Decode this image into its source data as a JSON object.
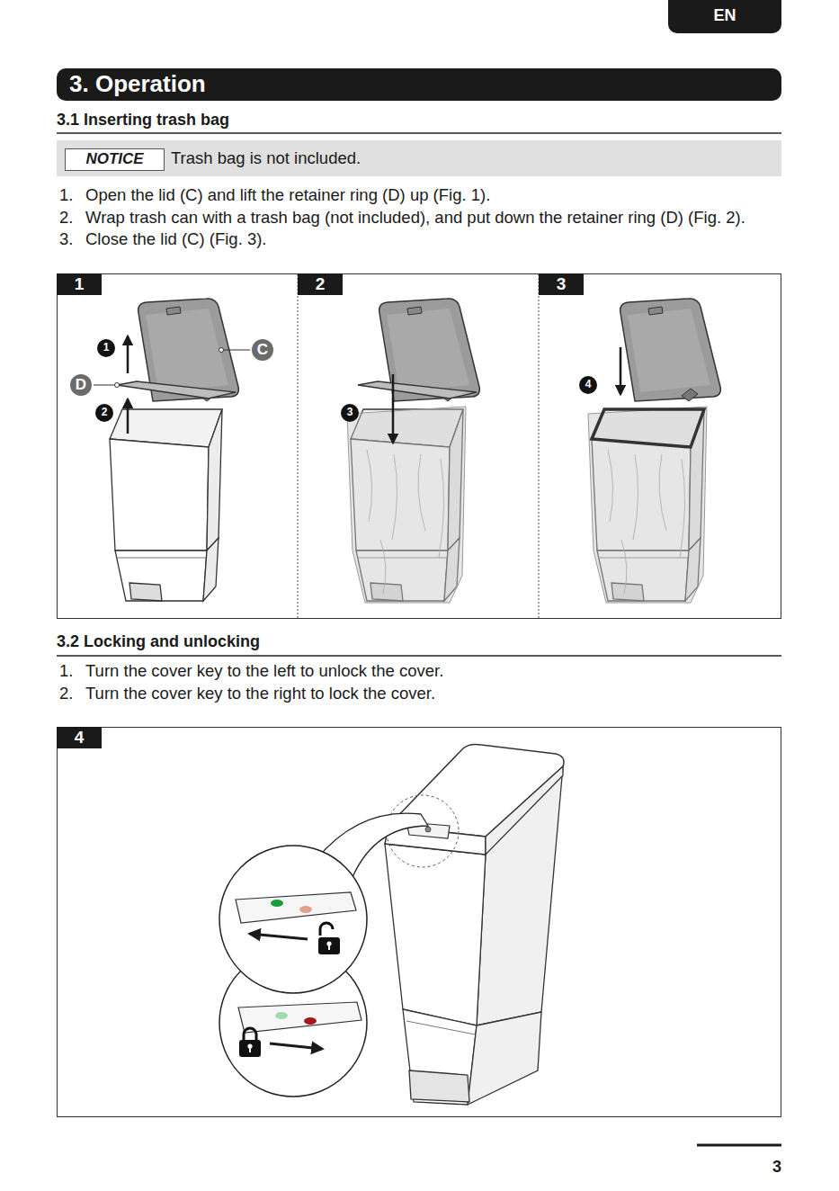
{
  "diagram": {
    "title": "3. Operation",
    "nodes": [
      {
        "text": [
          "EN"
        ]
      },
      {
        "text": [
          "Trash bag is not included."
        ]
      },
      {
        "text": [
          "NOTICE"
        ],
        "in": 1
      },
      {
        "text": [
          "1"
        ]
      },
      {
        "text": [
          "1"
        ]
      },
      {
        "text": [
          "C"
        ]
      },
      {
        "text": [
          "D"
        ]
      },
      {
        "text": [
          "2"
        ]
      },
      {
        "text": [
          "2"
        ]
      },
      {
        "text": [
          "3"
        ]
      },
      {
        "text": [
          "3"
        ]
      },
      {
        "text": [
          "4"
        ]
      },
      {
        "text": [
          "4"
        ]
      }
    ],
    "labels": [
      "3.1 Inserting trash bag",
      "1.",
      "Open the lid (C) and lift the retainer ring (D) up (Fig. 1).",
      "2.",
      "Wrap trash can with a trash bag (not included), and put down the retainer ring (D) (Fig. 2).",
      "3.",
      "Close the lid (C) (Fig. 3).",
      "3.2 Locking and unlocking",
      "1.",
      "Turn the cover key to the left to unlock the cover.",
      "2.",
      "Turn the cover key to the right to lock the cover.",
      "3"
    ]
  }
}
